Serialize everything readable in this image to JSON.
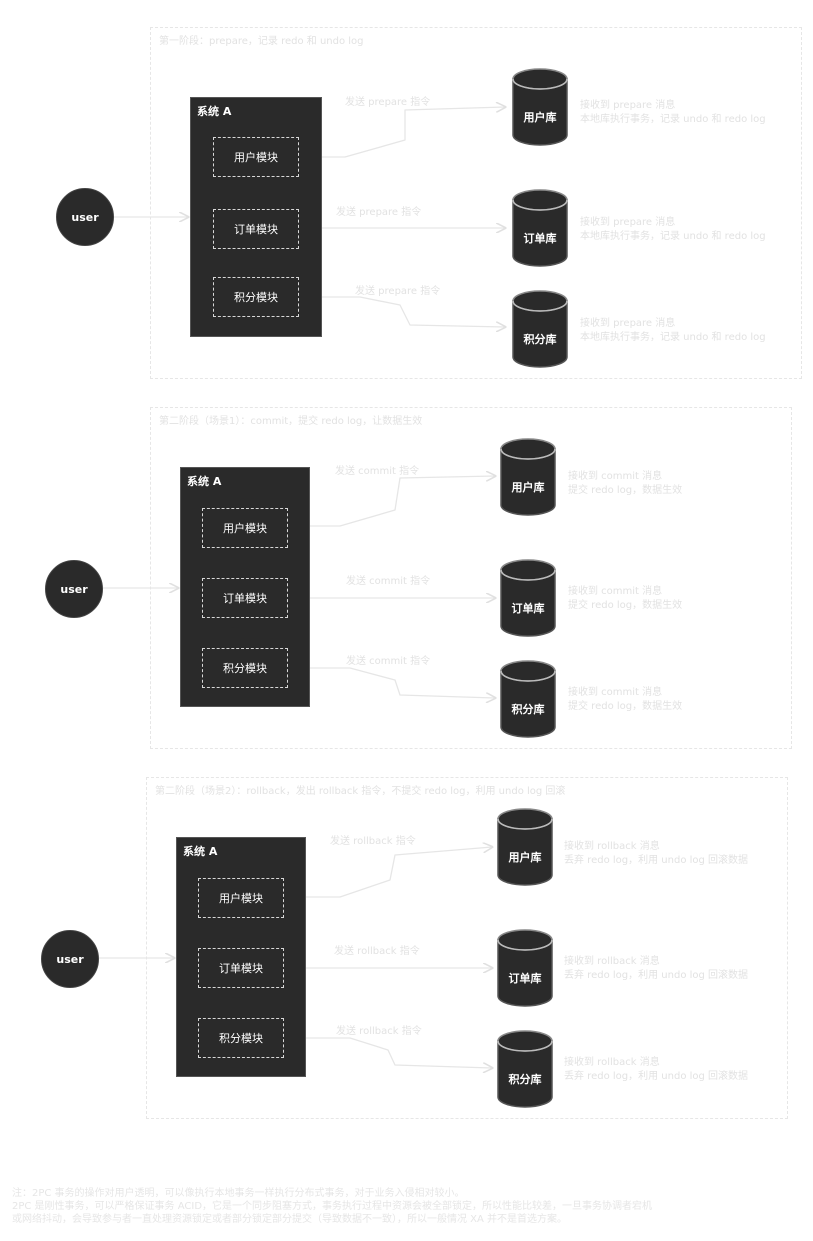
{
  "phases": [
    {
      "title": "第一阶段：prepare，记录 redo 和 undo log",
      "user": "user",
      "system_title": "系统 A",
      "modules": [
        "用户模块",
        "订单模块",
        "积分模块"
      ],
      "arrow_labels": [
        "发送 prepare 指令",
        "发送 prepare 指令",
        "发送 prepare 指令"
      ],
      "databases": [
        "用户库",
        "订单库",
        "积分库"
      ],
      "descriptions": [
        [
          "接收到 prepare 消息",
          "本地库执行事务，记录 undo 和 redo log"
        ],
        [
          "接收到 prepare 消息",
          "本地库执行事务，记录 undo 和 redo log"
        ],
        [
          "接收到 prepare 消息",
          "本地库执行事务，记录 undo 和 redo log"
        ]
      ]
    },
    {
      "title": "第二阶段（场景1）：commit，提交 redo log，让数据生效",
      "user": "user",
      "system_title": "系统 A",
      "modules": [
        "用户模块",
        "订单模块",
        "积分模块"
      ],
      "arrow_labels": [
        "发送 commit 指令",
        "发送 commit 指令",
        "发送 commit 指令"
      ],
      "databases": [
        "用户库",
        "订单库",
        "积分库"
      ],
      "descriptions": [
        [
          "接收到 commit 消息",
          "提交 redo log，数据生效"
        ],
        [
          "接收到 commit 消息",
          "提交 redo log，数据生效"
        ],
        [
          "接收到 commit 消息",
          "提交 redo log，数据生效"
        ]
      ]
    },
    {
      "title": "第二阶段（场景2）：rollback，发出 rollback 指令，不提交 redo log，利用 undo log 回滚",
      "user": "user",
      "system_title": "系统 A",
      "modules": [
        "用户模块",
        "订单模块",
        "积分模块"
      ],
      "arrow_labels": [
        "发送 rollback 指令",
        "发送 rollback 指令",
        "发送 rollback 指令"
      ],
      "databases": [
        "用户库",
        "订单库",
        "积分库"
      ],
      "descriptions": [
        [
          "接收到 rollback 消息",
          "丢弃 redo log，利用 undo log 回滚数据"
        ],
        [
          "接收到 rollback 消息",
          "丢弃 redo log，利用 undo log 回滚数据"
        ],
        [
          "接收到 rollback 消息",
          "丢弃 redo log，利用 undo log 回滚数据"
        ]
      ]
    }
  ],
  "note": {
    "line1": "注：2PC 事务的操作对用户透明，可以像执行本地事务一样执行分布式事务，对于业务入侵相对较小。",
    "line2": "2PC 是刚性事务，可以严格保证事务 ACID，它是一个同步阻塞方式，事务执行过程中资源会被全部锁定，所以性能比较差，一旦事务协调者宕机",
    "line3": "或网络抖动，会导致参与者一直处理资源锁定或者部分锁定部分提交（导致数据不一致），所以一般情况 XA 并不是首选方案。"
  },
  "colors": {
    "box_fill": "#2a2a2a",
    "light_text": "#e2e2e2",
    "white": "#ffffff"
  }
}
